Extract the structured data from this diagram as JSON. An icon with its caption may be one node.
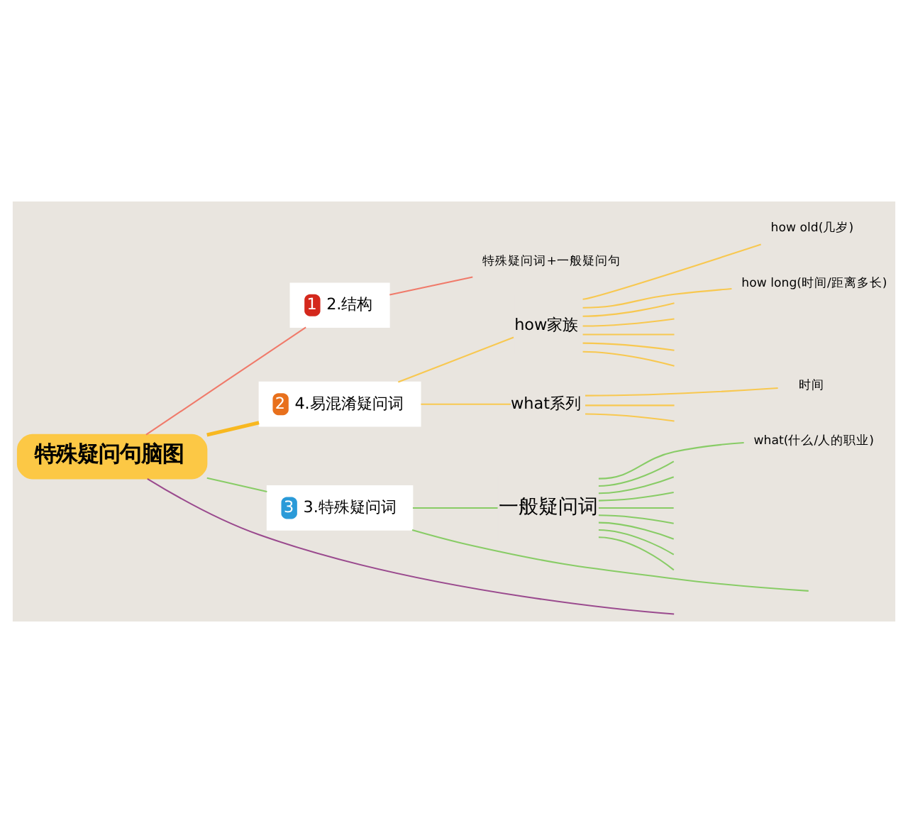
{
  "diagram": {
    "nodes": [
      {
        "text": [
          "特殊疑问句脑图"
        ]
      },
      {
        "text": [
          "1",
          "2.结构"
        ]
      },
      {
        "text": [
          "特殊疑问词+一般疑问句"
        ]
      },
      {
        "text": [
          "2",
          "4.易混淆疑问词"
        ]
      },
      {
        "text": [
          "how家族"
        ]
      },
      {
        "text": [
          "how old(几岁)"
        ]
      },
      {
        "text": [
          "how long(时间/距离多长)"
        ]
      },
      {
        "text": [
          "what系列"
        ]
      },
      {
        "text": [
          "时间"
        ]
      },
      {
        "text": [
          "3",
          "3.特殊疑问词"
        ]
      },
      {
        "text": [
          "一般疑问词"
        ]
      },
      {
        "text": [
          "what(什么/人的职业)"
        ]
      }
    ],
    "edges": [
      {
        "from": 0,
        "to": 1,
        "arrow": "none",
        "color": "#f07a6a"
      },
      {
        "from": 1,
        "to": 2,
        "arrow": "none",
        "color": "#f07a6a"
      },
      {
        "from": 0,
        "to": 3,
        "arrow": "none",
        "style": "thick",
        "color": "#f8b820"
      },
      {
        "from": 3,
        "to": 4,
        "arrow": "none",
        "color": "#f8c850"
      },
      {
        "from": 4,
        "to": 5,
        "arrow": "none",
        "color": "#f8c850"
      },
      {
        "from": 4,
        "to": 6,
        "arrow": "none",
        "color": "#f8c850"
      },
      {
        "from": 4,
        "to": null,
        "arrow": "none",
        "color": "#f8c850"
      },
      {
        "from": 4,
        "to": null,
        "arrow": "none",
        "color": "#f8c850"
      },
      {
        "from": 4,
        "to": null,
        "arrow": "none",
        "color": "#f8c850"
      },
      {
        "from": 4,
        "to": null,
        "arrow": "none",
        "color": "#f8c850"
      },
      {
        "from": 4,
        "to": null,
        "arrow": "none",
        "color": "#f8c850"
      },
      {
        "from": 3,
        "to": 7,
        "arrow": "none",
        "color": "#f8c850"
      },
      {
        "from": 7,
        "to": 8,
        "arrow": "none",
        "color": "#f8c850"
      },
      {
        "from": 7,
        "to": null,
        "arrow": "none",
        "color": "#f8c850"
      },
      {
        "from": 7,
        "to": null,
        "arrow": "none",
        "color": "#f8c850"
      },
      {
        "from": 0,
        "to": 9,
        "arrow": "none",
        "color": "#88cc66"
      },
      {
        "from": 9,
        "to": 10,
        "arrow": "none",
        "color": "#88cc66"
      },
      {
        "from": 10,
        "to": 11,
        "arrow": "none",
        "color": "#88cc66"
      },
      {
        "from": 10,
        "to": null,
        "arrow": "none",
        "color": "#88cc66"
      },
      {
        "from": 10,
        "to": null,
        "arrow": "none",
        "color": "#88cc66"
      },
      {
        "from": 10,
        "to": null,
        "arrow": "none",
        "color": "#88cc66"
      },
      {
        "from": 10,
        "to": null,
        "arrow": "none",
        "color": "#88cc66"
      },
      {
        "from": 10,
        "to": null,
        "arrow": "none",
        "color": "#88cc66"
      },
      {
        "from": 10,
        "to": null,
        "arrow": "none",
        "color": "#88cc66"
      },
      {
        "from": 10,
        "to": null,
        "arrow": "none",
        "color": "#88cc66"
      },
      {
        "from": 10,
        "to": null,
        "arrow": "none",
        "color": "#88cc66"
      },
      {
        "from": 9,
        "to": null,
        "arrow": "none",
        "color": "#88cc66"
      },
      {
        "from": 0,
        "to": null,
        "arrow": "none",
        "color": "#9a4a8e"
      }
    ]
  }
}
